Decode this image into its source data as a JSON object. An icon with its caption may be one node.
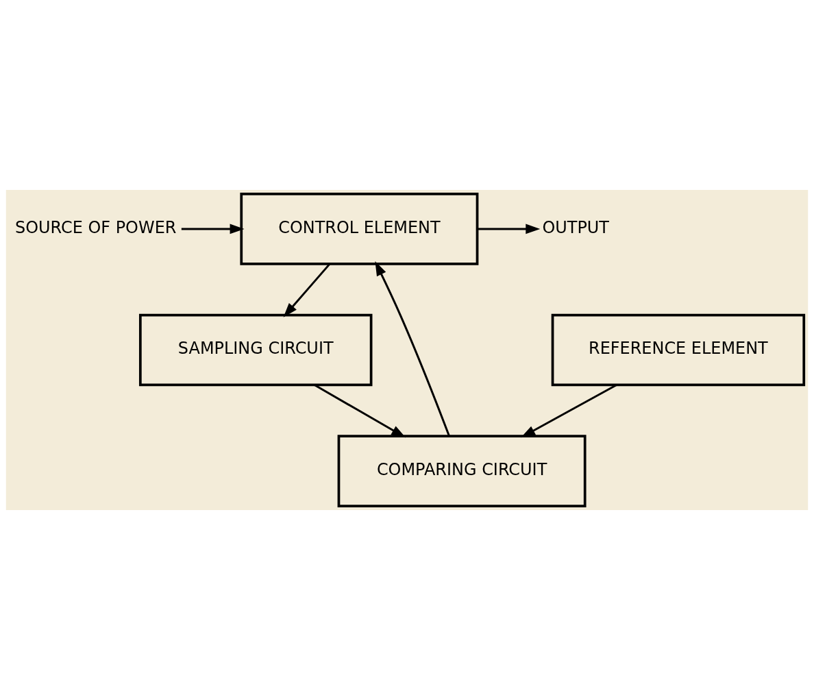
{
  "diagram": {
    "nodes": [
      {
        "text": [
          "CONTROL ELEMENT"
        ]
      },
      {
        "text": [
          "SAMPLING CIRCUIT"
        ]
      },
      {
        "text": [
          "COMPARING CIRCUIT"
        ]
      },
      {
        "text": [
          "REFERENCE ELEMENT"
        ]
      },
      {
        "text": [
          "SOURCE OF POWER"
        ]
      },
      {
        "text": [
          "OUTPUT"
        ]
      }
    ],
    "edges": [
      {
        "from": 4,
        "to": 0,
        "arrow": "to"
      },
      {
        "from": 0,
        "to": 5,
        "arrow": "to"
      },
      {
        "from": 0,
        "to": 1,
        "arrow": "to"
      },
      {
        "from": 1,
        "to": 2,
        "arrow": "to"
      },
      {
        "from": 2,
        "to": 0,
        "arrow": "to"
      },
      {
        "from": 3,
        "to": 2,
        "arrow": "to"
      }
    ]
  }
}
